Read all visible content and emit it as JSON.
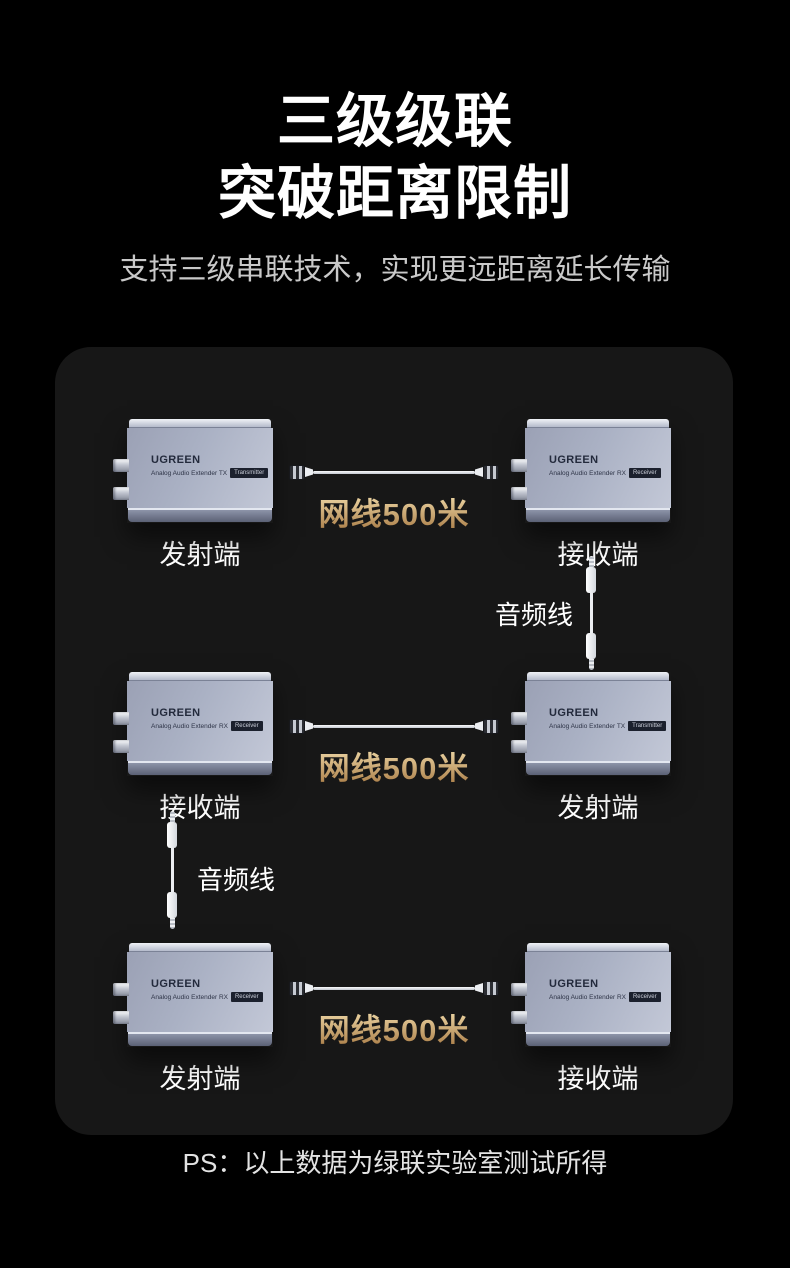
{
  "header": {
    "title_line1": "三级级联",
    "title_line2": "突破距离限制",
    "subtitle": "支持三级串联技术，实现更远距离延长传输"
  },
  "colors": {
    "background": "#000000",
    "panel": "#171717",
    "gold_text_top": "#f0daa9",
    "gold_text_bottom": "#a87b45",
    "device_body": "#aab1c4",
    "caption_text": "#ffffff"
  },
  "diagram": {
    "rows": [
      {
        "left": {
          "brand": "UGREEN",
          "model": "Analog Audio Extender TX",
          "badge": "Transmitter",
          "caption": "发射端"
        },
        "cable_label": "网线500米",
        "right": {
          "brand": "UGREEN",
          "model": "Analog Audio Extender RX",
          "badge": "Receiver",
          "caption": "接收端"
        }
      },
      {
        "left": {
          "brand": "UGREEN",
          "model": "Analog Audio Extender RX",
          "badge": "Receiver",
          "caption": "接收端"
        },
        "cable_label": "网线500米",
        "right": {
          "brand": "UGREEN",
          "model": "Analog Audio Extender TX",
          "badge": "Transmitter",
          "caption": "发射端"
        }
      },
      {
        "left": {
          "brand": "UGREEN",
          "model": "Analog Audio Extender RX",
          "badge": "Receiver",
          "caption": "发射端"
        },
        "cable_label": "网线500米",
        "right": {
          "brand": "UGREEN",
          "model": "Analog Audio Extender RX",
          "badge": "Receiver",
          "caption": "接收端"
        }
      }
    ],
    "audio_labels": [
      "音频线",
      "音频线"
    ]
  },
  "footer": {
    "note": "PS：以上数据为绿联实验室测试所得"
  }
}
